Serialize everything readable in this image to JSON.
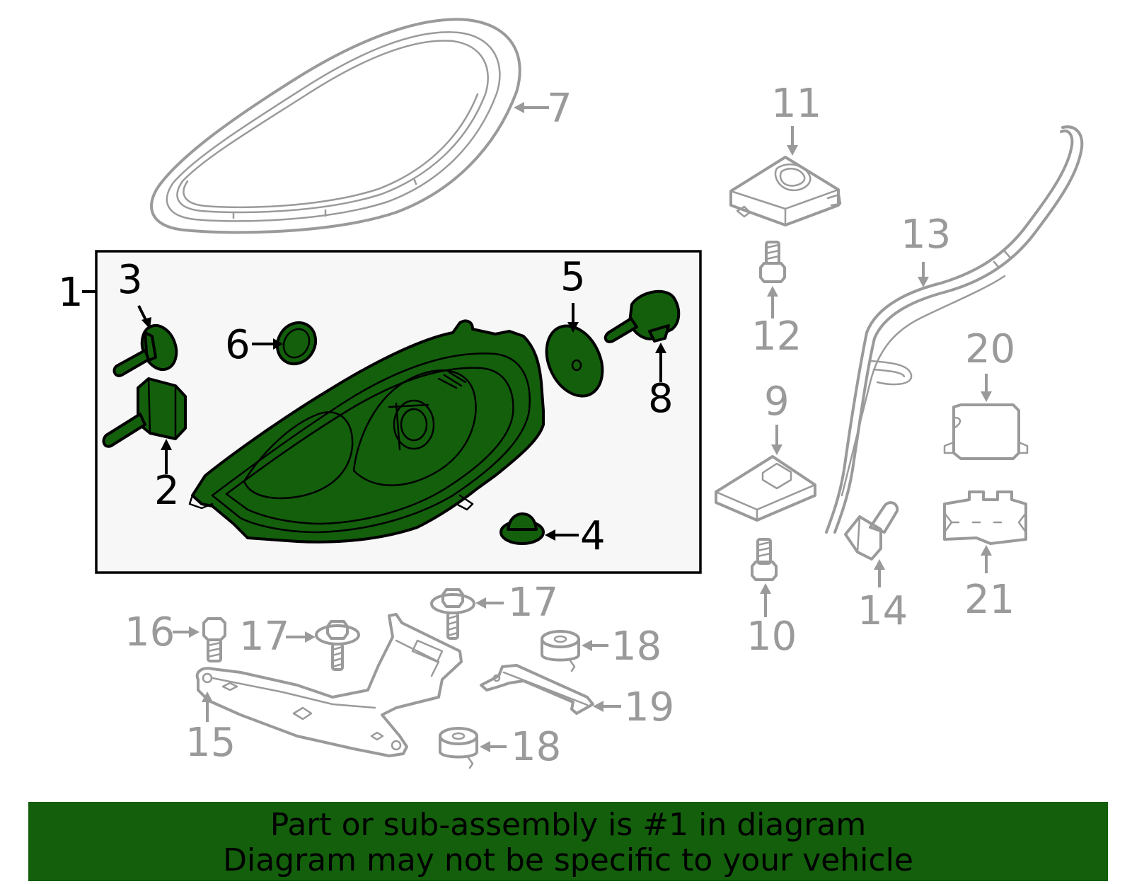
{
  "colors": {
    "highlight_green": "#135f0c",
    "outline_grey": "#9a9a9a",
    "assembly_box_fill": "#f7f7f7"
  },
  "callouts": [
    {
      "id": "1",
      "label": "1"
    },
    {
      "id": "2",
      "label": "2"
    },
    {
      "id": "3",
      "label": "3"
    },
    {
      "id": "4",
      "label": "4"
    },
    {
      "id": "5",
      "label": "5"
    },
    {
      "id": "6",
      "label": "6"
    },
    {
      "id": "7",
      "label": "7"
    },
    {
      "id": "8",
      "label": "8"
    },
    {
      "id": "9",
      "label": "9"
    },
    {
      "id": "10",
      "label": "10"
    },
    {
      "id": "11",
      "label": "11"
    },
    {
      "id": "12",
      "label": "12"
    },
    {
      "id": "13",
      "label": "13"
    },
    {
      "id": "14",
      "label": "14"
    },
    {
      "id": "15",
      "label": "15"
    },
    {
      "id": "16",
      "label": "16"
    },
    {
      "id": "17a",
      "label": "17"
    },
    {
      "id": "17b",
      "label": "17"
    },
    {
      "id": "18a",
      "label": "18"
    },
    {
      "id": "18b",
      "label": "18"
    },
    {
      "id": "19",
      "label": "19"
    },
    {
      "id": "20",
      "label": "20"
    },
    {
      "id": "21",
      "label": "21"
    }
  ],
  "banner": {
    "line1": "Part or sub-assembly is #1 in diagram",
    "line2": "Diagram may not be specific to your vehicle"
  }
}
